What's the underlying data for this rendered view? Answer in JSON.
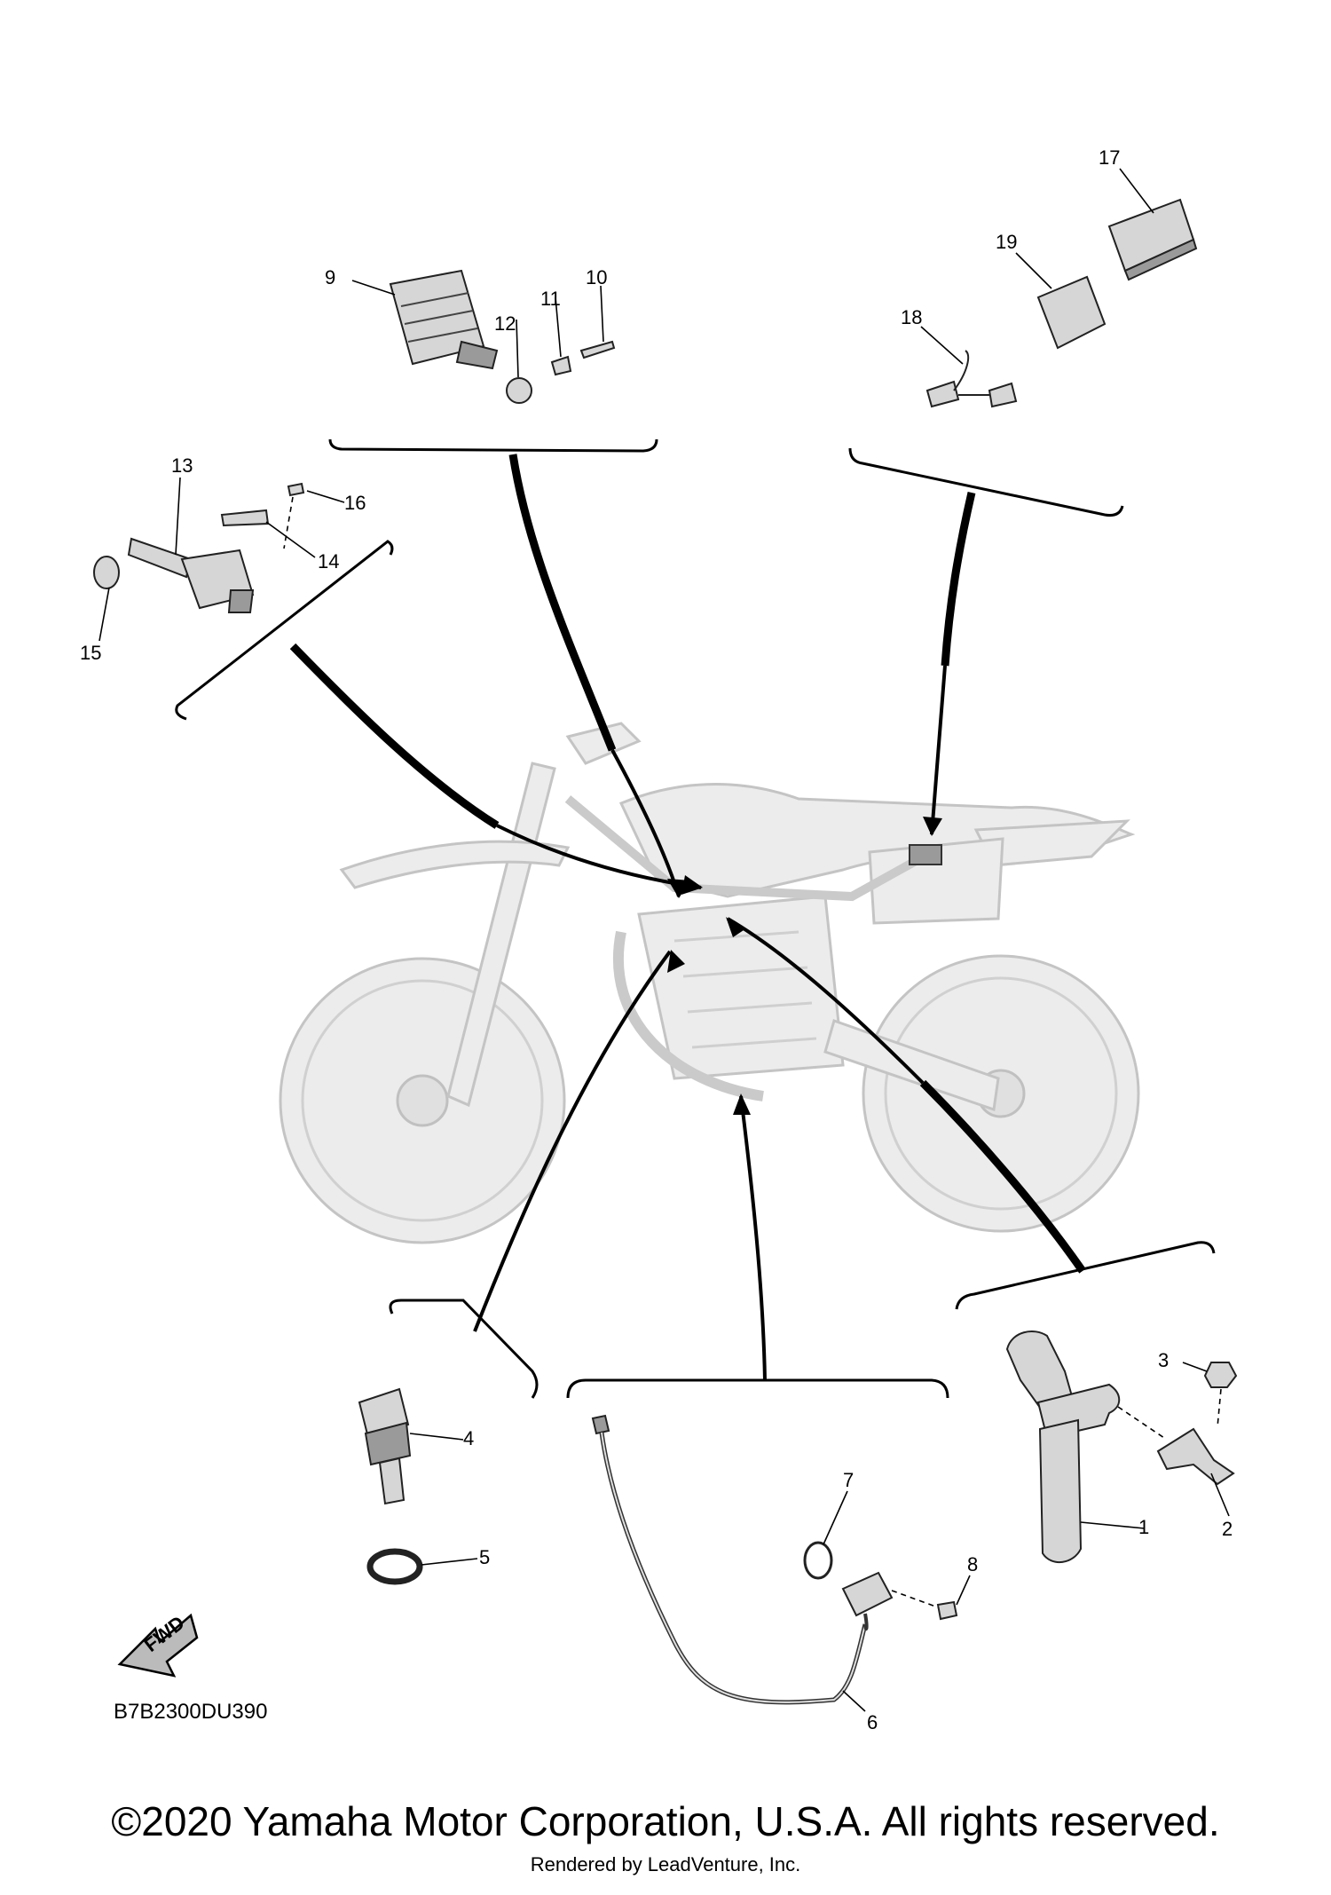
{
  "callouts": [
    "1",
    "2",
    "3",
    "4",
    "5",
    "6",
    "7",
    "8",
    "9",
    "10",
    "11",
    "12",
    "13",
    "14",
    "15",
    "16",
    "17",
    "18",
    "19"
  ],
  "arrow_label": "FWD",
  "diagram_code": "B7B2300DU390",
  "copyright": "©2020 Yamaha Motor Corporation, U.S.A. All rights reserved.",
  "rendered_by": "Rendered by LeadVenture, Inc.",
  "colors": {
    "ink": "#000000",
    "part_fill": "#d6d6d6",
    "bike_fill": "#ececec"
  }
}
